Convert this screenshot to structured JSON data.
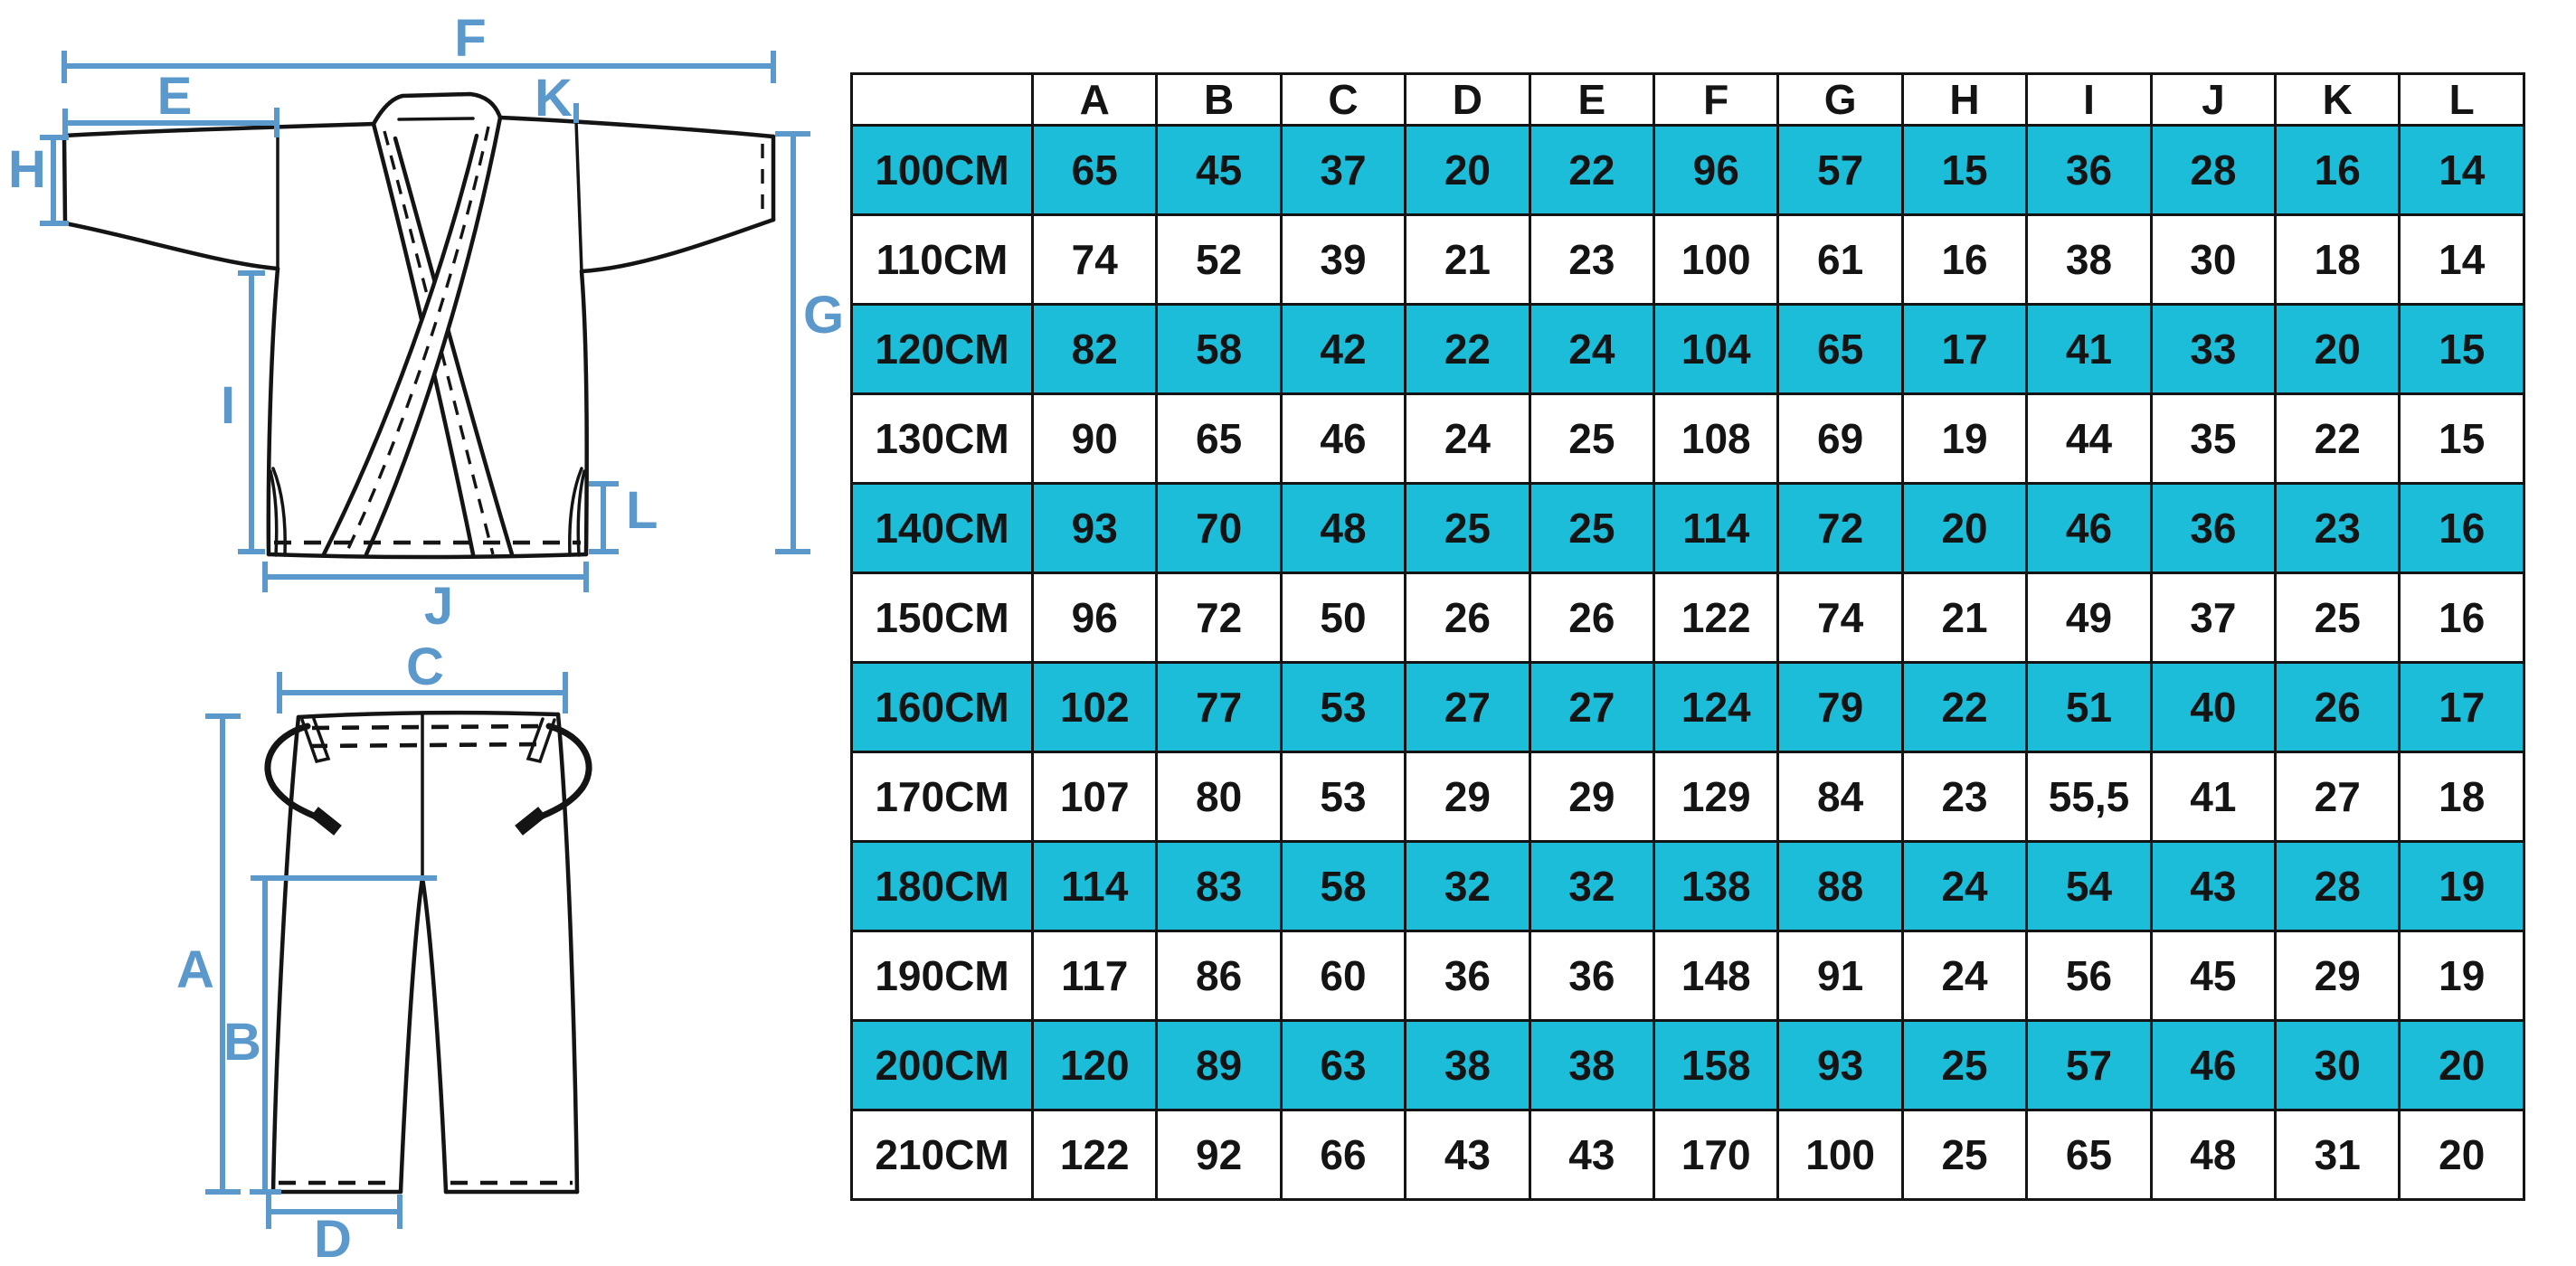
{
  "colors": {
    "row_highlight": "#1cbdd9",
    "dimension_blue": "#5b99cc",
    "line_ink": "#141414",
    "background": "#ffffff"
  },
  "diagram": {
    "jacket": {
      "name": "gi jacket front view with measurement lines",
      "labels": {
        "F": "F",
        "E": "E",
        "K": "K",
        "H": "H",
        "G": "G",
        "I": "I",
        "L": "L",
        "J": "J"
      }
    },
    "pants": {
      "name": "gi pants front view with drawstring and measurement lines",
      "labels": {
        "C": "C",
        "A": "A",
        "B": "B",
        "D": "D"
      }
    }
  },
  "table": {
    "corner_label": "",
    "columns": [
      "A",
      "B",
      "C",
      "D",
      "E",
      "F",
      "G",
      "H",
      "I",
      "J",
      "K",
      "L"
    ],
    "rows": [
      {
        "size": "100CM",
        "highlight": true,
        "values": [
          "65",
          "45",
          "37",
          "20",
          "22",
          "96",
          "57",
          "15",
          "36",
          "28",
          "16",
          "14"
        ]
      },
      {
        "size": "110CM",
        "highlight": false,
        "values": [
          "74",
          "52",
          "39",
          "21",
          "23",
          "100",
          "61",
          "16",
          "38",
          "30",
          "18",
          "14"
        ]
      },
      {
        "size": "120CM",
        "highlight": true,
        "values": [
          "82",
          "58",
          "42",
          "22",
          "24",
          "104",
          "65",
          "17",
          "41",
          "33",
          "20",
          "15"
        ]
      },
      {
        "size": "130CM",
        "highlight": false,
        "values": [
          "90",
          "65",
          "46",
          "24",
          "25",
          "108",
          "69",
          "19",
          "44",
          "35",
          "22",
          "15"
        ]
      },
      {
        "size": "140CM",
        "highlight": true,
        "values": [
          "93",
          "70",
          "48",
          "25",
          "25",
          "114",
          "72",
          "20",
          "46",
          "36",
          "23",
          "16"
        ]
      },
      {
        "size": "150CM",
        "highlight": false,
        "values": [
          "96",
          "72",
          "50",
          "26",
          "26",
          "122",
          "74",
          "21",
          "49",
          "37",
          "25",
          "16"
        ]
      },
      {
        "size": "160CM",
        "highlight": true,
        "values": [
          "102",
          "77",
          "53",
          "27",
          "27",
          "124",
          "79",
          "22",
          "51",
          "40",
          "26",
          "17"
        ]
      },
      {
        "size": "170CM",
        "highlight": false,
        "values": [
          "107",
          "80",
          "53",
          "29",
          "29",
          "129",
          "84",
          "23",
          "55,5",
          "41",
          "27",
          "18"
        ]
      },
      {
        "size": "180CM",
        "highlight": true,
        "values": [
          "114",
          "83",
          "58",
          "32",
          "32",
          "138",
          "88",
          "24",
          "54",
          "43",
          "28",
          "19"
        ]
      },
      {
        "size": "190CM",
        "highlight": false,
        "values": [
          "117",
          "86",
          "60",
          "36",
          "36",
          "148",
          "91",
          "24",
          "56",
          "45",
          "29",
          "19"
        ]
      },
      {
        "size": "200CM",
        "highlight": true,
        "values": [
          "120",
          "89",
          "63",
          "38",
          "38",
          "158",
          "93",
          "25",
          "57",
          "46",
          "30",
          "20"
        ]
      },
      {
        "size": "210CM",
        "highlight": false,
        "values": [
          "122",
          "92",
          "66",
          "43",
          "43",
          "170",
          "100",
          "25",
          "65",
          "48",
          "31",
          "20"
        ]
      }
    ]
  },
  "chart_data": {
    "type": "table",
    "title": "Gi size chart (measurements in cm)",
    "columns": [
      "A",
      "B",
      "C",
      "D",
      "E",
      "F",
      "G",
      "H",
      "I",
      "J",
      "K",
      "L"
    ],
    "row_labels": [
      "100CM",
      "110CM",
      "120CM",
      "130CM",
      "140CM",
      "150CM",
      "160CM",
      "170CM",
      "180CM",
      "190CM",
      "200CM",
      "210CM"
    ],
    "rows": [
      [
        65,
        45,
        37,
        20,
        22,
        96,
        57,
        15,
        36,
        28,
        16,
        14
      ],
      [
        74,
        52,
        39,
        21,
        23,
        100,
        61,
        16,
        38,
        30,
        18,
        14
      ],
      [
        82,
        58,
        42,
        22,
        24,
        104,
        65,
        17,
        41,
        33,
        20,
        15
      ],
      [
        90,
        65,
        46,
        24,
        25,
        108,
        69,
        19,
        44,
        35,
        22,
        15
      ],
      [
        93,
        70,
        48,
        25,
        25,
        114,
        72,
        20,
        46,
        36,
        23,
        16
      ],
      [
        96,
        72,
        50,
        26,
        26,
        122,
        74,
        21,
        49,
        37,
        25,
        16
      ],
      [
        102,
        77,
        53,
        27,
        27,
        124,
        79,
        22,
        51,
        40,
        26,
        17
      ],
      [
        107,
        80,
        53,
        29,
        29,
        129,
        84,
        23,
        55.5,
        41,
        27,
        18
      ],
      [
        114,
        83,
        58,
        32,
        32,
        138,
        88,
        24,
        54,
        43,
        28,
        19
      ],
      [
        117,
        86,
        60,
        36,
        36,
        148,
        91,
        24,
        56,
        45,
        29,
        19
      ],
      [
        120,
        89,
        63,
        38,
        38,
        158,
        93,
        25,
        57,
        46,
        30,
        20
      ],
      [
        122,
        92,
        66,
        43,
        43,
        170,
        100,
        25,
        65,
        48,
        31,
        20
      ]
    ]
  }
}
